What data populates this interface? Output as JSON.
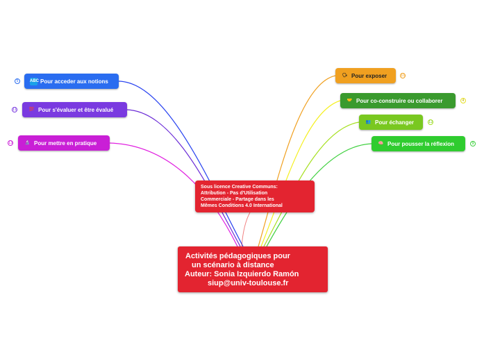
{
  "center": {
    "line1": "Activités pédagogiques pour",
    "line2": "un scénario à distance",
    "line3": "Auteur: Sonia Izquierdo Ramón",
    "line4": "siup@univ-toulouse.fr"
  },
  "license_note": "Sous licence Creative Communs:\nAttribution - Pas d'Utilisation\nCommerciale - Partage dans les\nMêmes Conditions 4.0 International",
  "branches": [
    {
      "label": "Pour acceder aux notions",
      "icon": "ABC",
      "badge": "5",
      "color": "#2a6df0"
    },
    {
      "label": "Pour s'évaluer et être évalué",
      "icon": "💯",
      "badge": "11",
      "color": "#7a3ae0"
    },
    {
      "label": "Pour mettre en pratique",
      "icon": "🔬",
      "badge": "13",
      "color": "#c91fd6"
    },
    {
      "label": "Pour exposer",
      "icon": "🗣",
      "badge": "10",
      "color": "#f0a020"
    },
    {
      "label": "Pour co-construire ou collaborer",
      "icon": "🤝",
      "badge": "4",
      "color": "#3a9a2e"
    },
    {
      "label": "Pour échanger",
      "icon": "👥",
      "badge": "12",
      "color": "#79c820"
    },
    {
      "label": "Pour pousser la réflexion",
      "icon": "🧠",
      "badge": "9",
      "color": "#2fcc2f"
    }
  ]
}
